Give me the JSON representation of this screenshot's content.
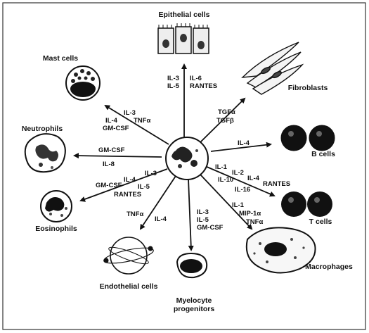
{
  "cells": {
    "epithelial": "Epithelial cells",
    "mast": "Mast cells",
    "fibroblasts": "Fibroblasts",
    "neutrophils": "Neutrophils",
    "b_cells": "B cells",
    "eosinophils": "Eosinophils",
    "t_cells": "T cells",
    "endothelial": "Endothelial cells",
    "myelocyte_line1": "Myelocyte",
    "myelocyte_line2": "progenitors",
    "macrophages": "Macrophages"
  },
  "mediators": {
    "epithelial_left": [
      "IL-3",
      "IL-5"
    ],
    "epithelial_right": [
      "IL-6",
      "RANTES"
    ],
    "mast": [
      "IL-3",
      "TNFα",
      "IL-4",
      "GM-CSF"
    ],
    "fibroblasts": [
      "TGFα",
      "TGFβ"
    ],
    "neutrophils": [
      "GM-CSF",
      "IL-8"
    ],
    "b_cells": [
      "IL-4"
    ],
    "eosinophils": [
      "IL-3",
      "IL-4",
      "GM-CSF",
      "IL-5",
      "RANTES"
    ],
    "t_cells": [
      "IL-1",
      "IL-2",
      "IL-4",
      "IL-10",
      "RANTES",
      "IL-16"
    ],
    "endothelial": [
      "TNFα",
      "IL-4"
    ],
    "myelocyte": [
      "IL-3",
      "IL-5",
      "GM-CSF"
    ],
    "macrophages": [
      "IL-1",
      "MIP-1α",
      "TNFα"
    ]
  }
}
